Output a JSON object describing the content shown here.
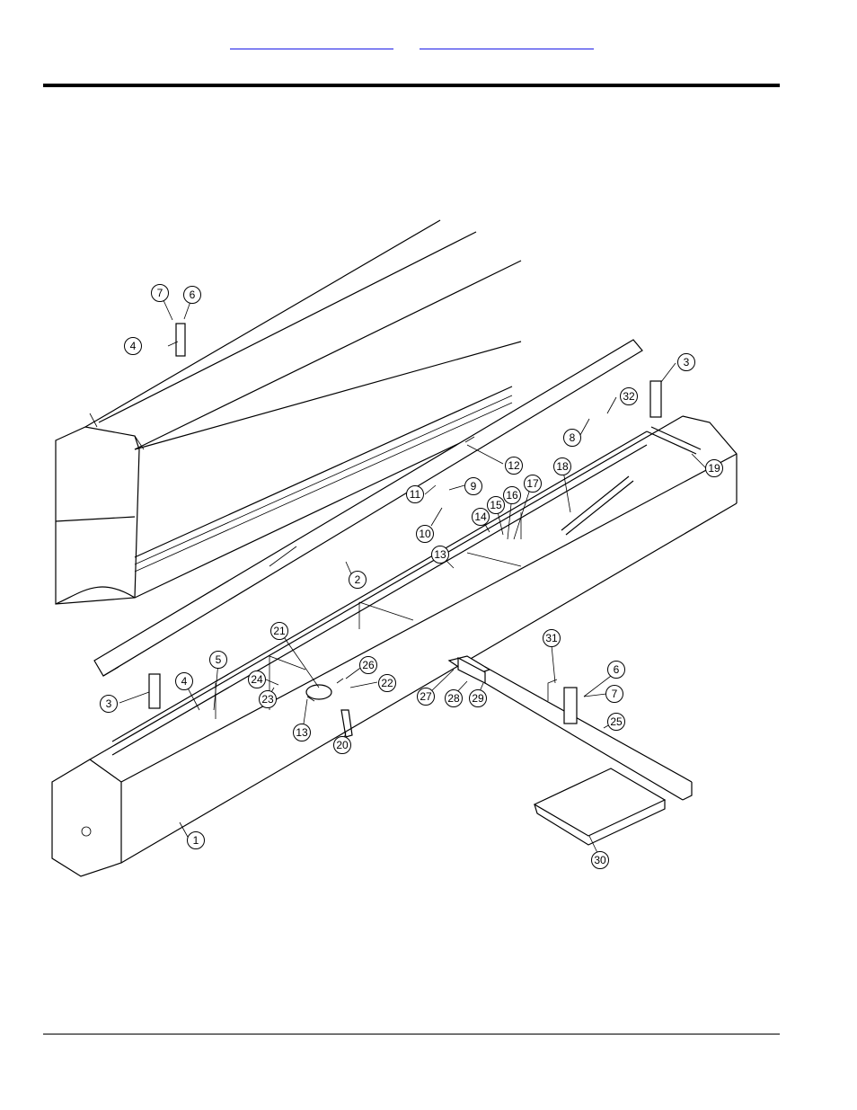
{
  "header": {
    "links": [
      {
        "label": ""
      },
      {
        "label": ""
      }
    ]
  },
  "diagram": {
    "callouts": [
      {
        "label": "7"
      },
      {
        "label": "6"
      },
      {
        "label": "4"
      },
      {
        "label": "3"
      },
      {
        "label": "32"
      },
      {
        "label": "8"
      },
      {
        "label": "12"
      },
      {
        "label": "9"
      },
      {
        "label": "11"
      },
      {
        "label": "10"
      },
      {
        "label": "17"
      },
      {
        "label": "16"
      },
      {
        "label": "15"
      },
      {
        "label": "14"
      },
      {
        "label": "18"
      },
      {
        "label": "19"
      },
      {
        "label": "13"
      },
      {
        "label": "2"
      },
      {
        "label": "21"
      },
      {
        "label": "26"
      },
      {
        "label": "22"
      },
      {
        "label": "24"
      },
      {
        "label": "23"
      },
      {
        "label": "13"
      },
      {
        "label": "20"
      },
      {
        "label": "5"
      },
      {
        "label": "4"
      },
      {
        "label": "3"
      },
      {
        "label": "1"
      },
      {
        "label": "31"
      },
      {
        "label": "6"
      },
      {
        "label": "7"
      },
      {
        "label": "27"
      },
      {
        "label": "28"
      },
      {
        "label": "29"
      },
      {
        "label": "25"
      },
      {
        "label": "30"
      }
    ]
  }
}
